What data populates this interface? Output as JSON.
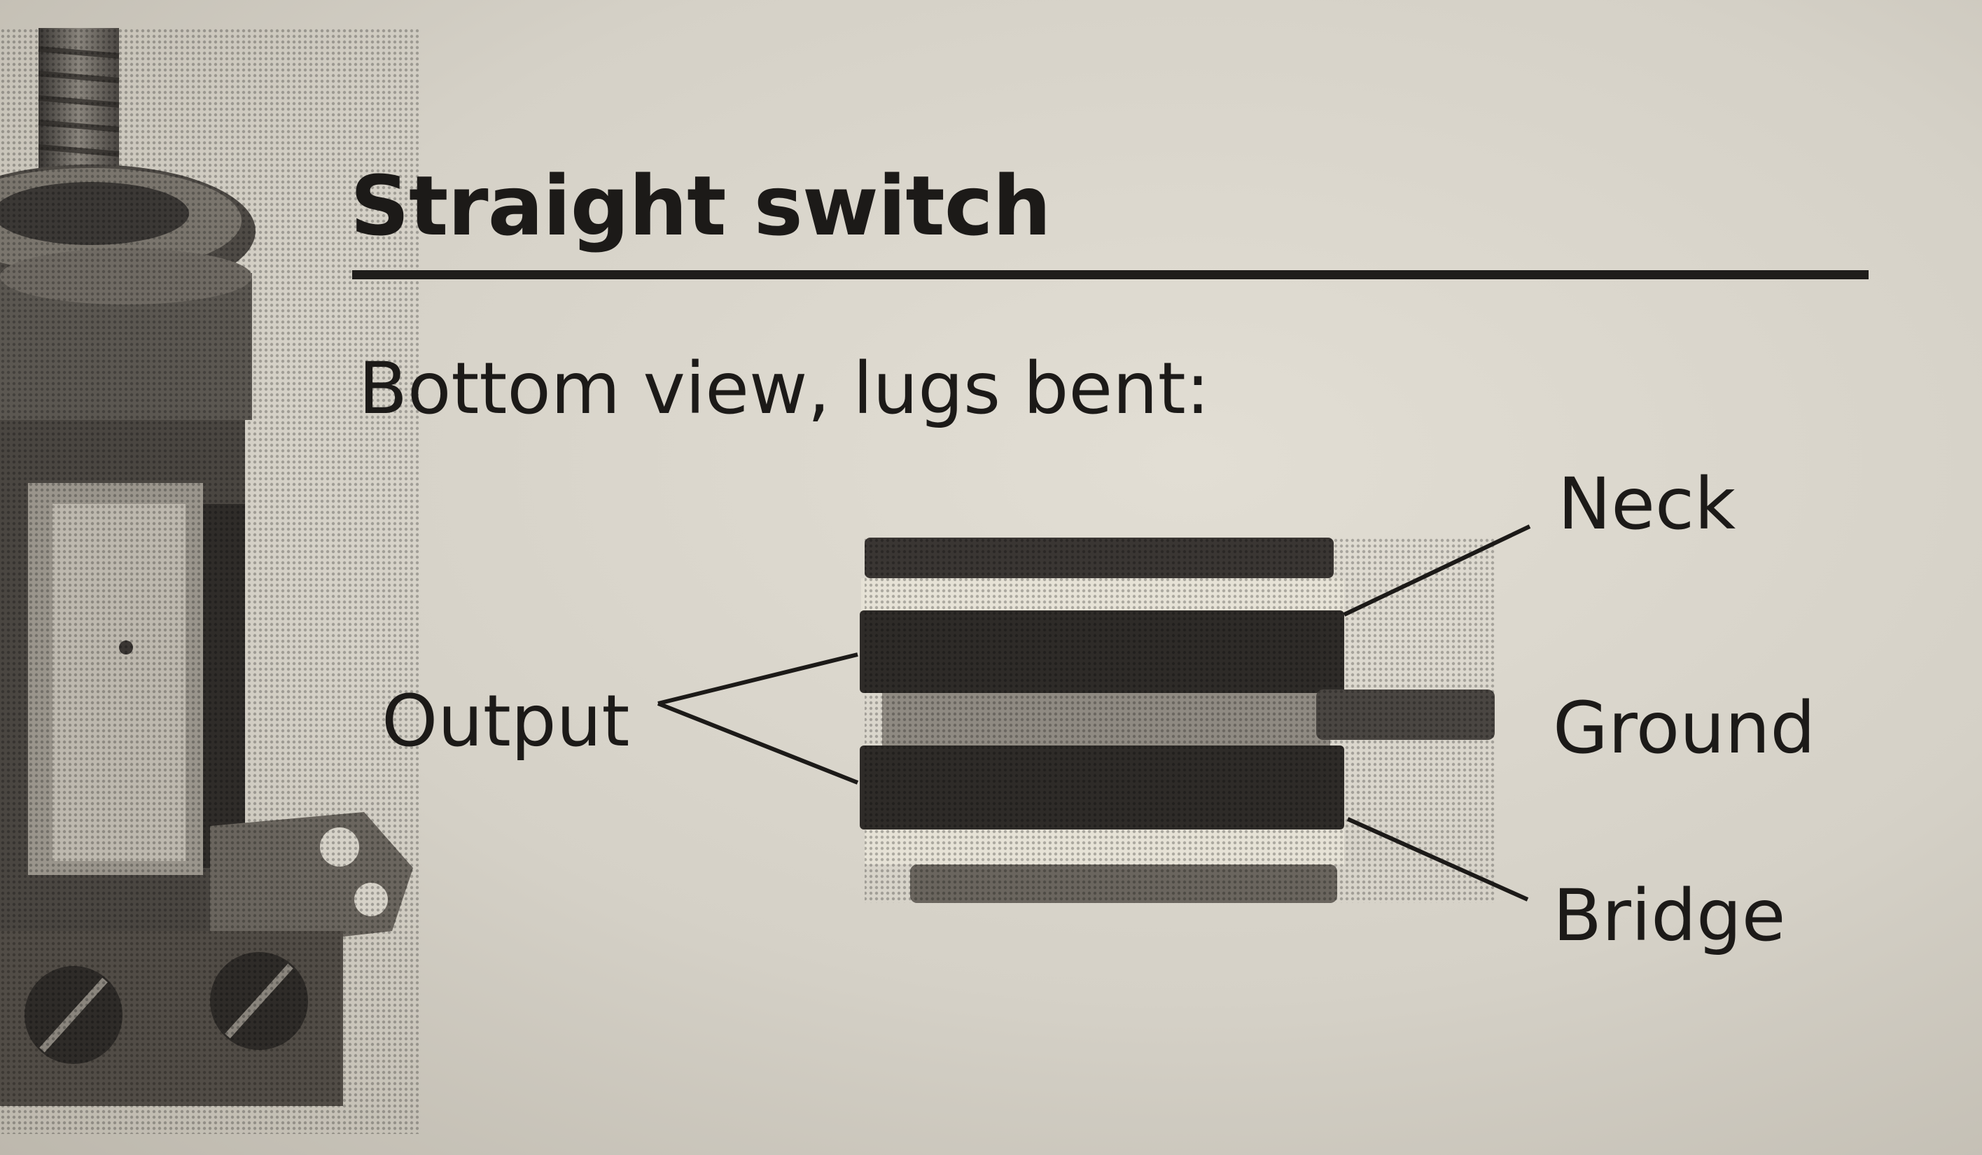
{
  "heading": "Straight switch",
  "subheading": "Bottom view, lugs bent:",
  "labels": {
    "neck": "Neck",
    "ground": "Ground",
    "bridge": "Bridge",
    "output": "Output"
  },
  "colors": {
    "paper": "#d6d2c8",
    "ink": "#1c1a18",
    "wafer_dark": "#2e2b28",
    "wafer_light": "#e6e2d6",
    "ground_tab": "#5a5650"
  },
  "icons": {
    "switch_photo": "lever-switch-photo",
    "switch_bottom": "switch-bottom-view-diagram"
  }
}
